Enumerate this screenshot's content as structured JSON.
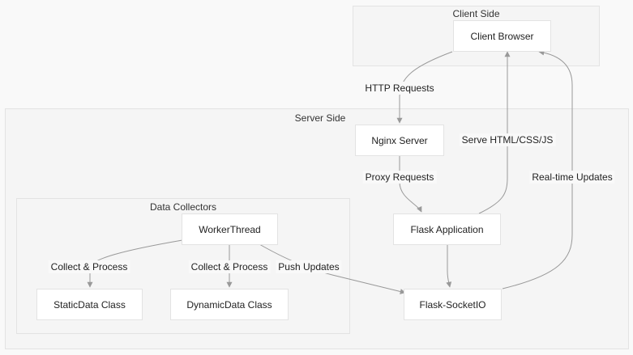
{
  "clusters": {
    "client_side": "Client Side",
    "server_side": "Server Side",
    "data_collectors": "Data Collectors"
  },
  "nodes": {
    "client_browser": "Client Browser",
    "nginx_server": "Nginx Server",
    "flask_application": "Flask Application",
    "worker_thread": "WorkerThread",
    "static_data_class": "StaticData Class",
    "dynamic_data_class": "DynamicData Class",
    "flask_socketio": "Flask-SocketIO"
  },
  "edges": {
    "http_requests": "HTTP Requests",
    "proxy_requests": "Proxy Requests",
    "serve_html": "Serve HTML/CSS/JS",
    "realtime_updates": "Real-time Updates",
    "collect_process_static": "Collect & Process",
    "collect_process_dynamic": "Collect & Process",
    "push_updates": "Push Updates"
  },
  "colors": {
    "cluster_fill": "#f5f5f5",
    "cluster_border": "#e3e3e3",
    "node_fill": "#ffffff",
    "edge": "#999999"
  }
}
